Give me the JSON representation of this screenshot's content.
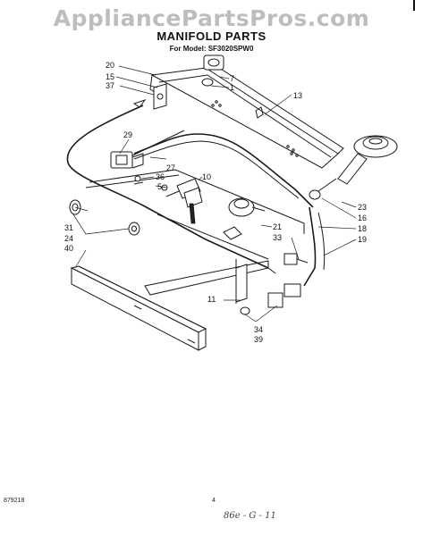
{
  "watermark": "AppliancePartsPros.com",
  "header": {
    "title": "MANIFOLD PARTS",
    "model_line": "For Model: SF3020SPW0"
  },
  "callouts": [
    "20",
    "15",
    "37",
    "7",
    "1",
    "13",
    "29",
    "27",
    "36",
    "5",
    "10",
    "31",
    "24",
    "40",
    "23",
    "16",
    "18",
    "19",
    "21",
    "33",
    "11",
    "34",
    "39"
  ],
  "footer": {
    "code": "879218",
    "page_number": "4",
    "handwritten_note": "86e - G - 11"
  }
}
